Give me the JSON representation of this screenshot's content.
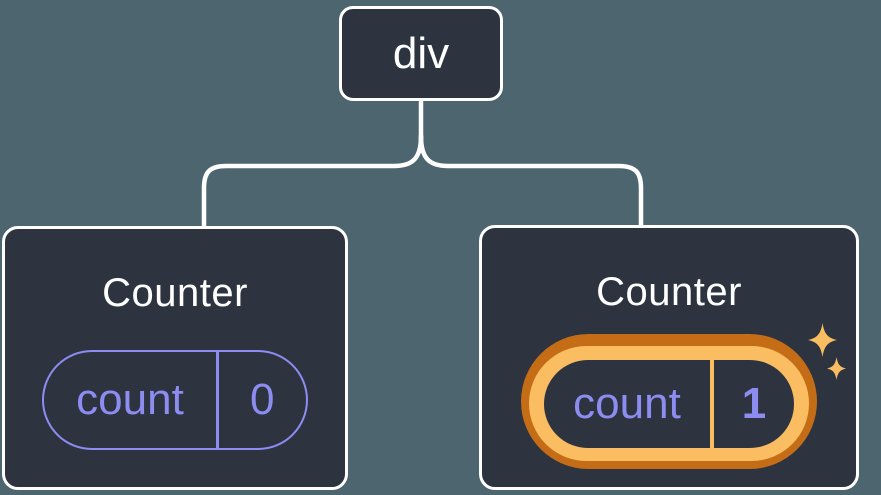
{
  "colors": {
    "background": "#4C656F",
    "node_fill": "#2D3440",
    "node_border": "#FFFFFF",
    "connector": "#FFFFFF",
    "state_accent_purple": "#8D8CF1",
    "highlight_orange": "#FABD62",
    "highlight_orange_dark": "#C56D16"
  },
  "tree": {
    "root": {
      "label": "div"
    },
    "children": [
      {
        "title": "Counter",
        "state": {
          "key": "count",
          "value": "0"
        },
        "highlighted": false
      },
      {
        "title": "Counter",
        "state": {
          "key": "count",
          "value": "1"
        },
        "highlighted": true,
        "icons": [
          "sparkle-icon",
          "sparkle-icon"
        ]
      }
    ]
  }
}
